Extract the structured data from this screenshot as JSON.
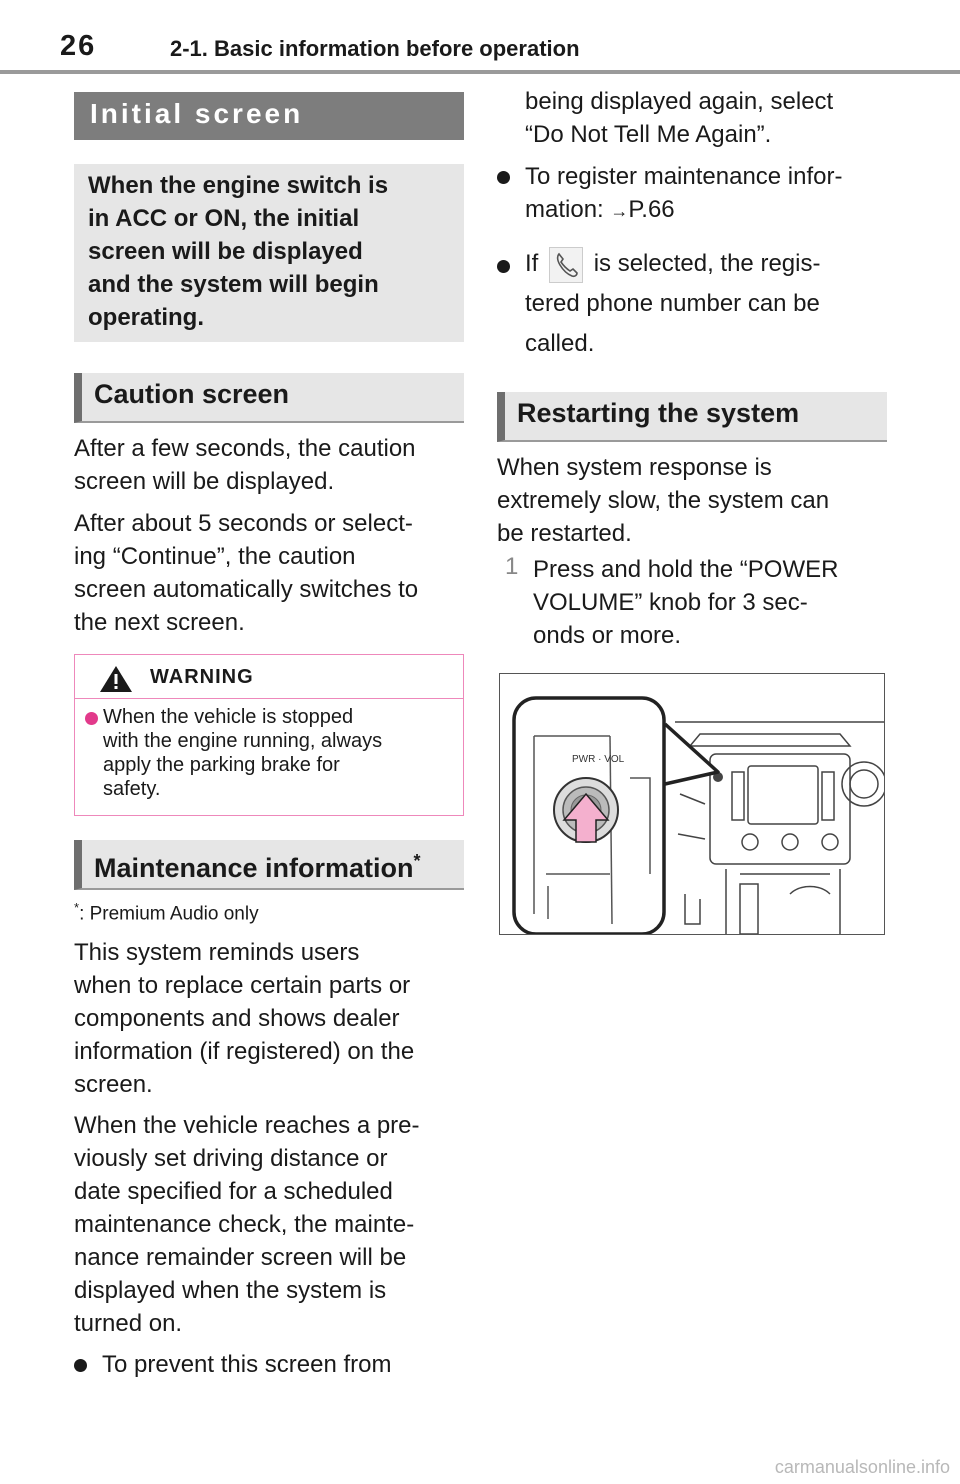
{
  "header": {
    "page_number": "26",
    "chapter_title": "2-1. Basic information before operation"
  },
  "left": {
    "initial_screen_heading": "Initial screen",
    "intro_lines": [
      "When the engine switch is",
      "in ACC or ON, the initial",
      "screen will be displayed",
      "and the system will begin",
      "operating."
    ],
    "caution_heading": "Caution screen",
    "caution_para1_lines": [
      "After a few seconds, the caution",
      "screen will be displayed."
    ],
    "caution_para2_lines": [
      "After about 5 seconds or select-",
      "ing “Continue”, the caution",
      "screen automatically switches to",
      "the next screen."
    ],
    "warning_title": "WARNING",
    "warning_text_lines": [
      "When the vehicle is stopped",
      "with the engine running, always",
      "apply the parking brake for",
      "safety."
    ],
    "maintenance_heading": "Maintenance information",
    "maintenance_heading_mark": "*",
    "footnote_mark": "*",
    "footnote_text": ": Premium Audio only",
    "maint_para1_lines": [
      "This system reminds users",
      "when to replace certain parts or",
      "components and shows dealer",
      "information (if registered) on the",
      "screen."
    ],
    "maint_para2_lines": [
      "When the vehicle reaches a pre-",
      "viously set driving distance or",
      "date specified for a scheduled",
      "maintenance check, the mainte-",
      "nance remainder screen will be",
      "displayed when the system is",
      "turned on."
    ],
    "bullet1": "To prevent this screen from"
  },
  "right": {
    "cont_lines": [
      "being displayed again, select",
      "“Do Not Tell Me Again”."
    ],
    "bullet2_lines": [
      "To register maintenance infor-",
      "mation: "
    ],
    "bullet2_ref": "P.66",
    "bullet3_prefix": "If",
    "bullet3_suffix": "is selected, the regis-",
    "bullet3_lines": [
      "tered phone number can be",
      "called."
    ],
    "restart_heading": "Restarting the system",
    "restart_para_lines": [
      "When system response is",
      "extremely slow, the system can",
      "be restarted."
    ],
    "step_number": "1",
    "step_lines": [
      "Press and hold the “POWER",
      "VOLUME” knob for 3 sec-",
      "onds or more."
    ],
    "figure_knob_label": "PWR · VOL"
  },
  "watermark": "carmanualsonline.info"
}
